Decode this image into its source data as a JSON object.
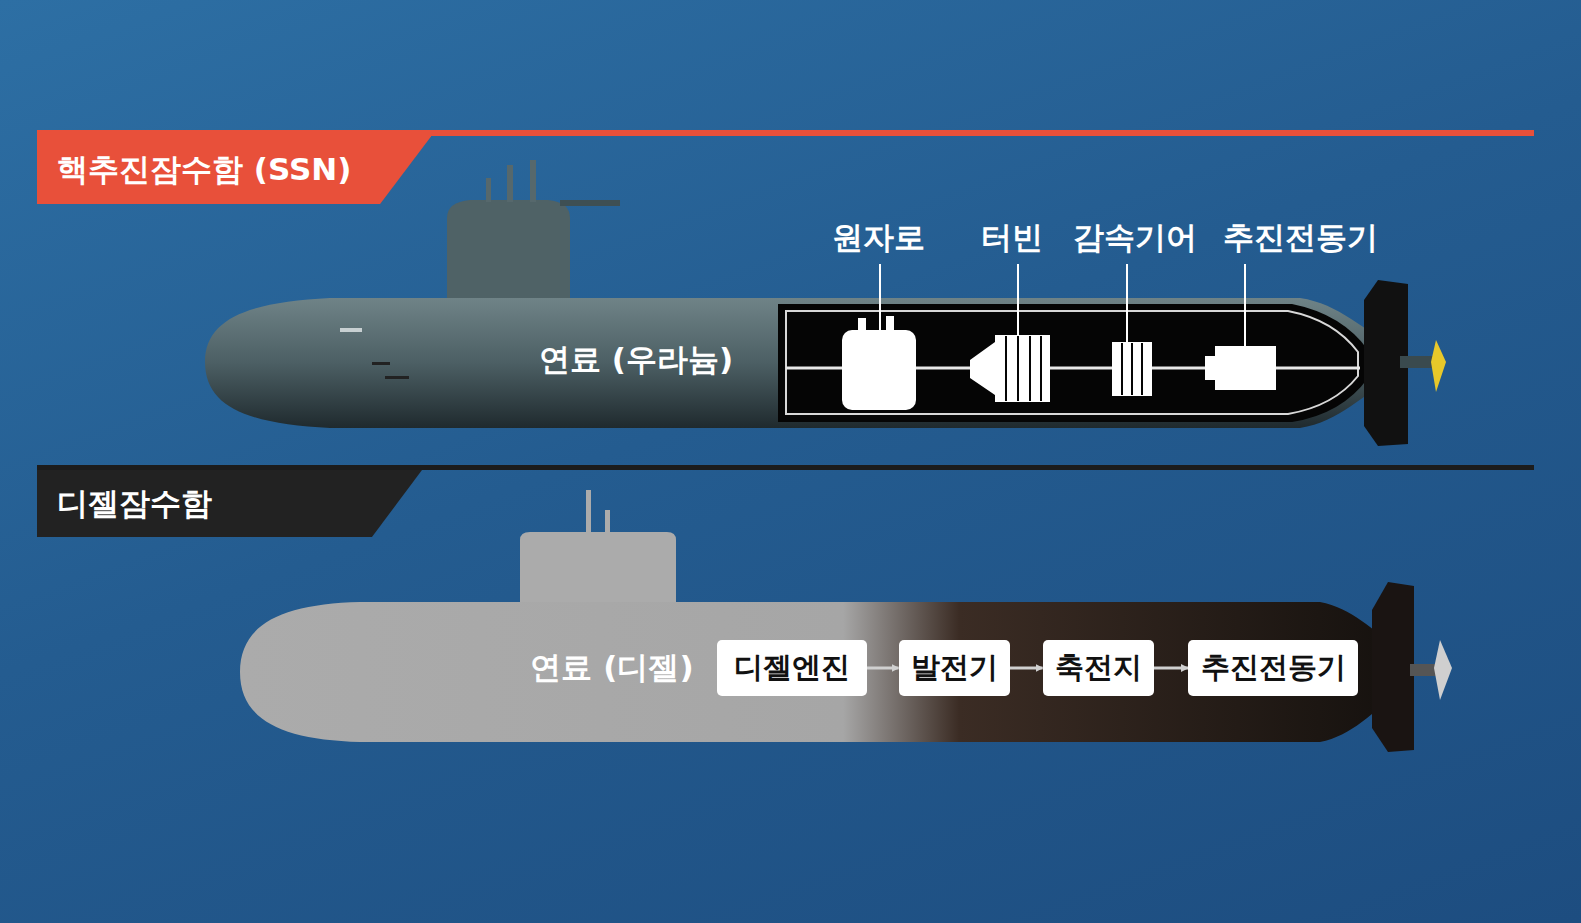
{
  "diagram": {
    "nodes": [
      {
        "text": [
          "핵추진잠수함 (SSN)"
        ]
      },
      {
        "text": [
          "디젤잠수함"
        ]
      },
      {
        "text": [
          "디젤엔진"
        ]
      },
      {
        "text": [
          "발전기"
        ]
      },
      {
        "text": [
          "축전지"
        ]
      },
      {
        "text": [
          "추진전동기"
        ]
      }
    ],
    "edges": [
      {
        "from": 2,
        "to": 3,
        "arrow": "to"
      },
      {
        "from": 3,
        "to": 4,
        "arrow": "to"
      },
      {
        "from": 4,
        "to": 5,
        "arrow": "to"
      }
    ],
    "labels": [
      "연료 (우라늄)",
      "원자로",
      "터빈",
      "감속기어",
      "추진전동기",
      "연료 (디젤)"
    ]
  }
}
